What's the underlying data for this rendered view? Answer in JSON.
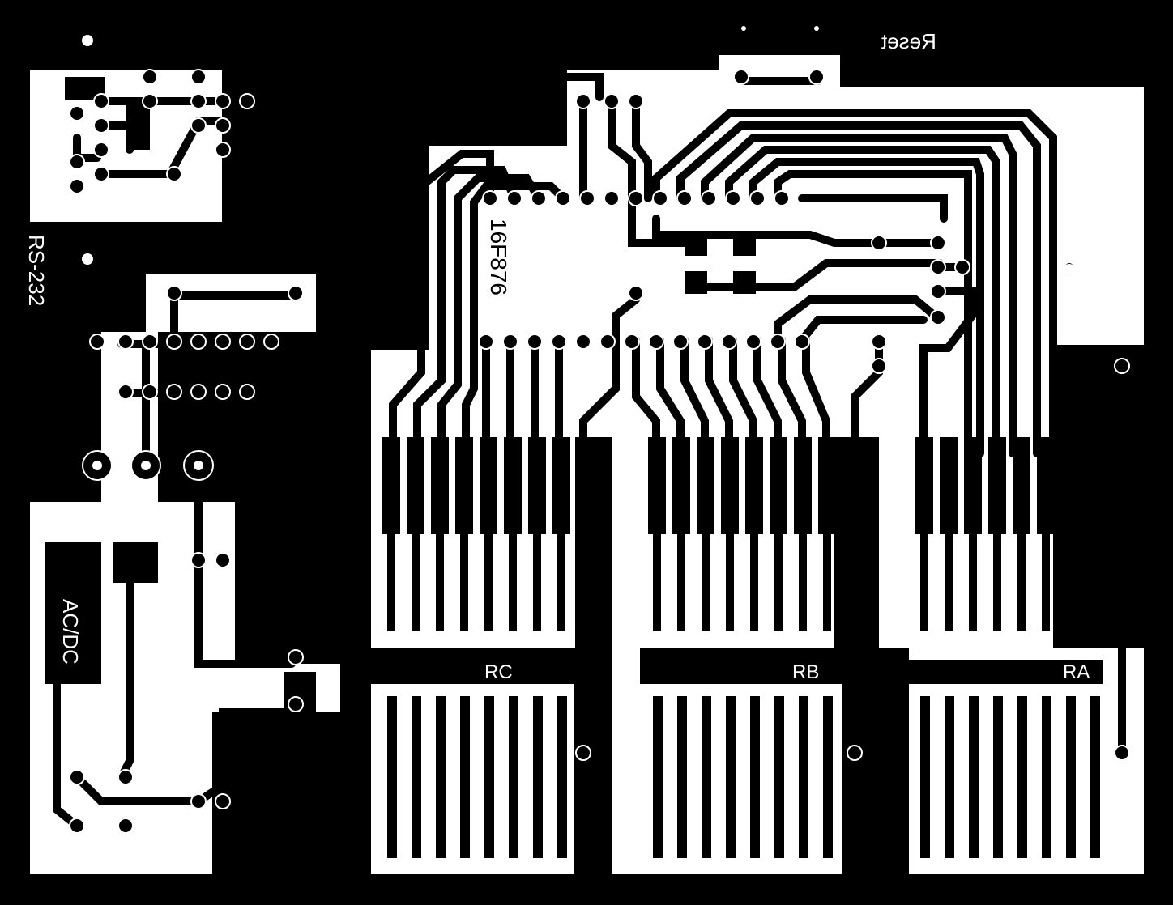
{
  "board": {
    "colors": {
      "background": "#000000",
      "copper": "#ffffff",
      "trace": "#000000"
    },
    "labels": {
      "reset": "Reset",
      "title_1": "PIC-Test",
      "title_2": "für 16F876",
      "title_3": "sprut 01/00",
      "title_4": "Rev. 4a",
      "chip": "16F876",
      "rs232": "RS-232",
      "acdc": "AC/DC",
      "port_rc": "RC",
      "port_rb": "RB",
      "port_ra": "RA"
    }
  }
}
